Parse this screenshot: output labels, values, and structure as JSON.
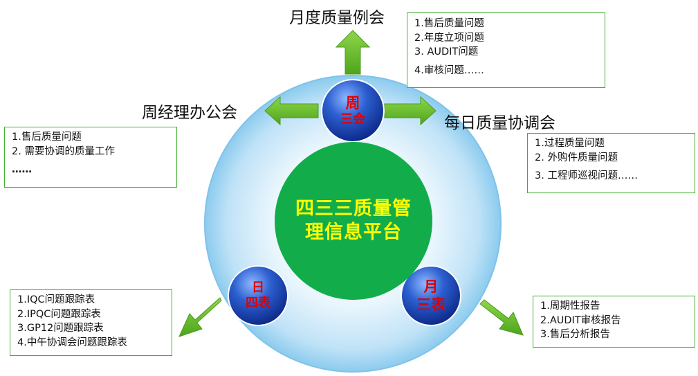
{
  "center": {
    "line1": "四三三质量管",
    "line2": "理信息平台"
  },
  "nodes": {
    "week": {
      "line1": "周",
      "line2": "三会"
    },
    "day": {
      "line1": "日",
      "line2": "四表"
    },
    "month": {
      "line1": "月",
      "line2": "三表"
    }
  },
  "meetings": {
    "monthly": {
      "title": "月度质量例会",
      "items": [
        "1.售后质量问题",
        "2.年度立项问题",
        "3. AUDIT问题",
        " 4.审核问题……"
      ]
    },
    "weekly": {
      "title": "周经理办公会",
      "items": [
        "1.售后质量问题",
        "2. 需要协调的质量工作",
        "……"
      ]
    },
    "daily": {
      "title": "每日质量协调会",
      "items": [
        "1.过程质量问题",
        "2. 外购件质量问题",
        "3. 工程师巡视问题……"
      ]
    }
  },
  "day_tables": {
    "items": [
      "1.IQC问题跟踪表",
      "2.IPQC问题跟踪表",
      "3.GP12问题跟踪表",
      "4.中午协调会问题跟踪表"
    ]
  },
  "month_tables": {
    "items": [
      "1.周期性报告",
      "2.AUDIT审核报告",
      "3.售后分析报告"
    ]
  },
  "colors": {
    "outer_circle": "#a9d8f3",
    "core": "#12ad4a",
    "core_text": "#ffff00",
    "node": "#1f4fb8",
    "node_text": "#e00000",
    "arrow": "#6cc02b",
    "box_border": "#3fb02f"
  }
}
